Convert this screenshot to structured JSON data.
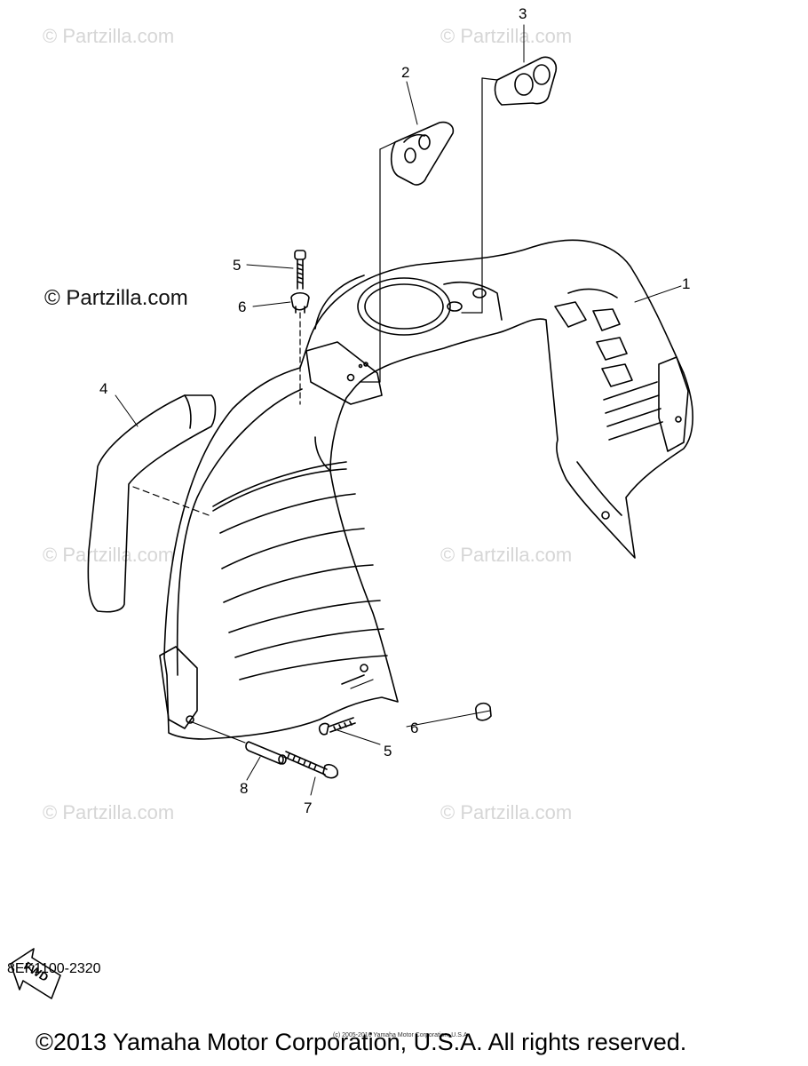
{
  "watermarks": {
    "light": "© Partzilla.com",
    "dark": "© Partzilla.com"
  },
  "callouts": [
    {
      "id": "1",
      "label": "1"
    },
    {
      "id": "2",
      "label": "2"
    },
    {
      "id": "3",
      "label": "3"
    },
    {
      "id": "4",
      "label": "4"
    },
    {
      "id": "5a",
      "label": "5"
    },
    {
      "id": "6a",
      "label": "6"
    },
    {
      "id": "6b",
      "label": "6"
    },
    {
      "id": "5b",
      "label": "5"
    },
    {
      "id": "7",
      "label": "7"
    },
    {
      "id": "8",
      "label": "8"
    }
  ],
  "fwd_label": "FWD",
  "diagram_code": "8EK1100-2320",
  "copyright": "©2013 Yamaha Motor Corporation, U.S.A. All rights reserved.",
  "fine_print": "(c) 2005-2016 Yamaha Motor Corporation, U.S.A."
}
